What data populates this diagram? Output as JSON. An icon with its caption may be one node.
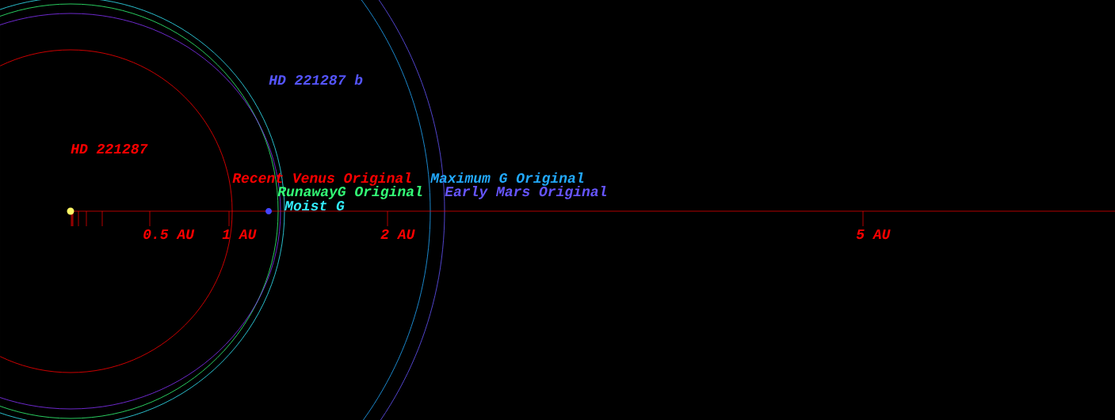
{
  "diagram": {
    "labels": [
      "HD 221287 b",
      "HD 221287",
      "Recent Venus Original",
      "Maximum G Original",
      "RunawayG Original",
      "Early Mars Original",
      "Moist G",
      "0.5 AU",
      "1 AU",
      "2 AU",
      "5 AU"
    ]
  }
}
